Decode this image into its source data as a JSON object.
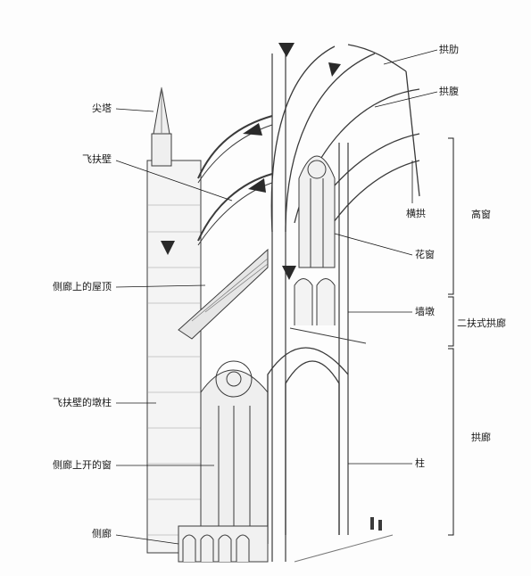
{
  "labels_left": {
    "spire": "尖塔",
    "flying_buttress": "飞扶壁",
    "aisle_roof": "侧廊上的屋顶",
    "buttress_pier": "飞扶壁的墩柱",
    "aisle_window": "侧廊上开的窗",
    "aisle": "侧廊"
  },
  "labels_right": {
    "rib": "拱肋",
    "web": "拱腹",
    "transverse_arch": "横拱",
    "tracery": "花窗",
    "wall_shaft": "墙墩",
    "column": "柱"
  },
  "brackets": {
    "clerestory": "高窗",
    "triforium": "二扶式拱廊",
    "arcade": "拱廊"
  },
  "colors": {
    "ink": "#1a1a1a",
    "stone": "#6b6b6b",
    "arrow": "#2a2a2a"
  }
}
